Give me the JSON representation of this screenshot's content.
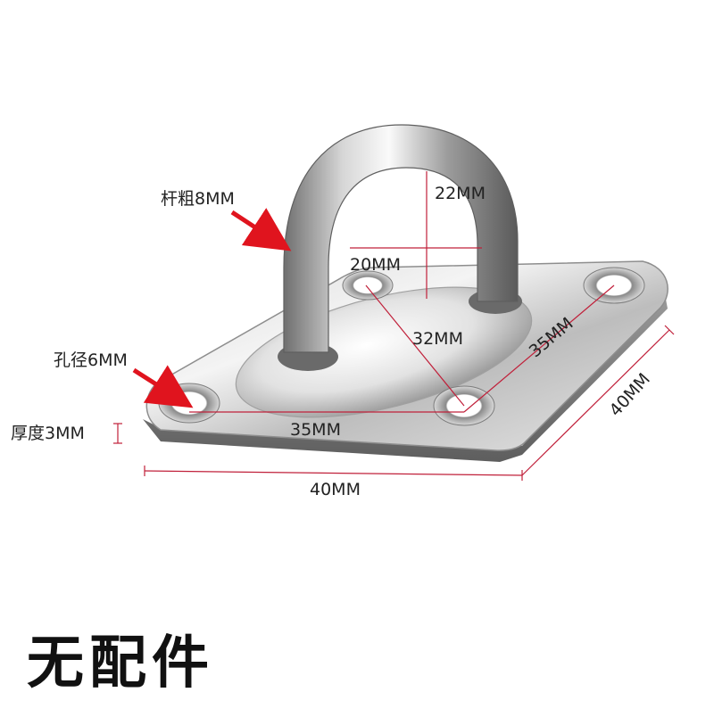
{
  "labels": {
    "rod_thickness": "杆粗8MM",
    "hole_diameter": "孔径6MM",
    "plate_thickness": "厚度3MM",
    "loop_height": "22MM",
    "loop_width": "20MM",
    "base_diagonal": "32MM",
    "hole_spacing_horizontal": "35MM",
    "hole_spacing_diagonal": "35MM",
    "overall_width": "40MM",
    "overall_side": "40MM"
  },
  "caption": "无配件",
  "colors": {
    "arrow": "#e0141e",
    "dimension_line": "#c0203a",
    "steel_light": "#f2f2f2",
    "steel_dark": "#7a7a7a"
  }
}
